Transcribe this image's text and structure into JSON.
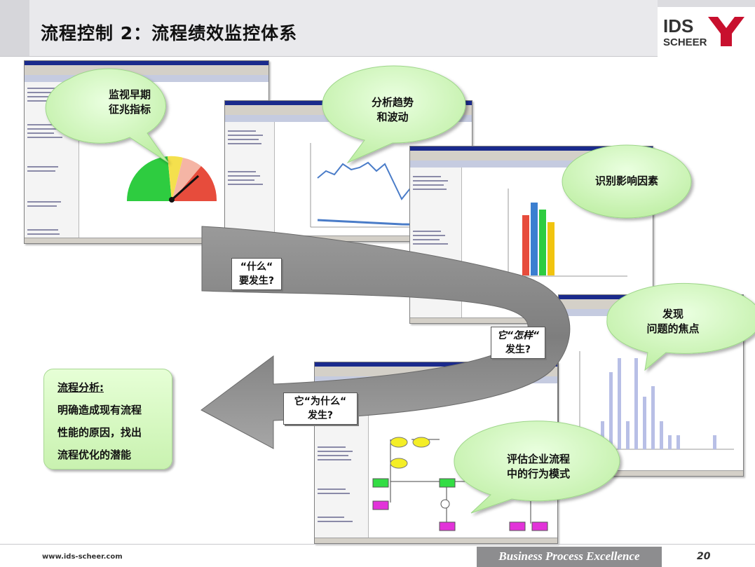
{
  "header": {
    "title": "流程控制 2：流程绩效监控体系"
  },
  "logo": {
    "line1": "IDS",
    "line2": "SCHEER"
  },
  "footer": {
    "url": "www.ids-scheer.com",
    "banner": "Business Process Excellence",
    "page_number": "20"
  },
  "bubbles": {
    "b1": [
      "监视早期",
      "征兆指标"
    ],
    "b2": [
      "分析趋势",
      "和波动"
    ],
    "b3": [
      "识别影响因素"
    ],
    "b4": [
      "发现",
      "问题的焦点"
    ],
    "b5": [
      "评估企业流程",
      "中的行为模式"
    ]
  },
  "arrow_labels": {
    "what": [
      "“什么“",
      "要发生?"
    ],
    "how": [
      "它“怎样“",
      "发生?"
    ],
    "why": [
      "它“为什么“",
      "发生?"
    ]
  },
  "analysis": {
    "title": "流程分析:",
    "lines": [
      "明确造成现有流程",
      "性能的原因，找出",
      "流程优化的潜能"
    ]
  },
  "screens": {
    "app_title": "ARIS Process Performance Manager"
  },
  "colors": {
    "bubble_green": "#c8f2ae",
    "arrow_gray": "#8c8c8c",
    "footer_gray": "#8d8d8f",
    "logo_red": "#c8102e",
    "title_blue": "#1a2a8c"
  }
}
